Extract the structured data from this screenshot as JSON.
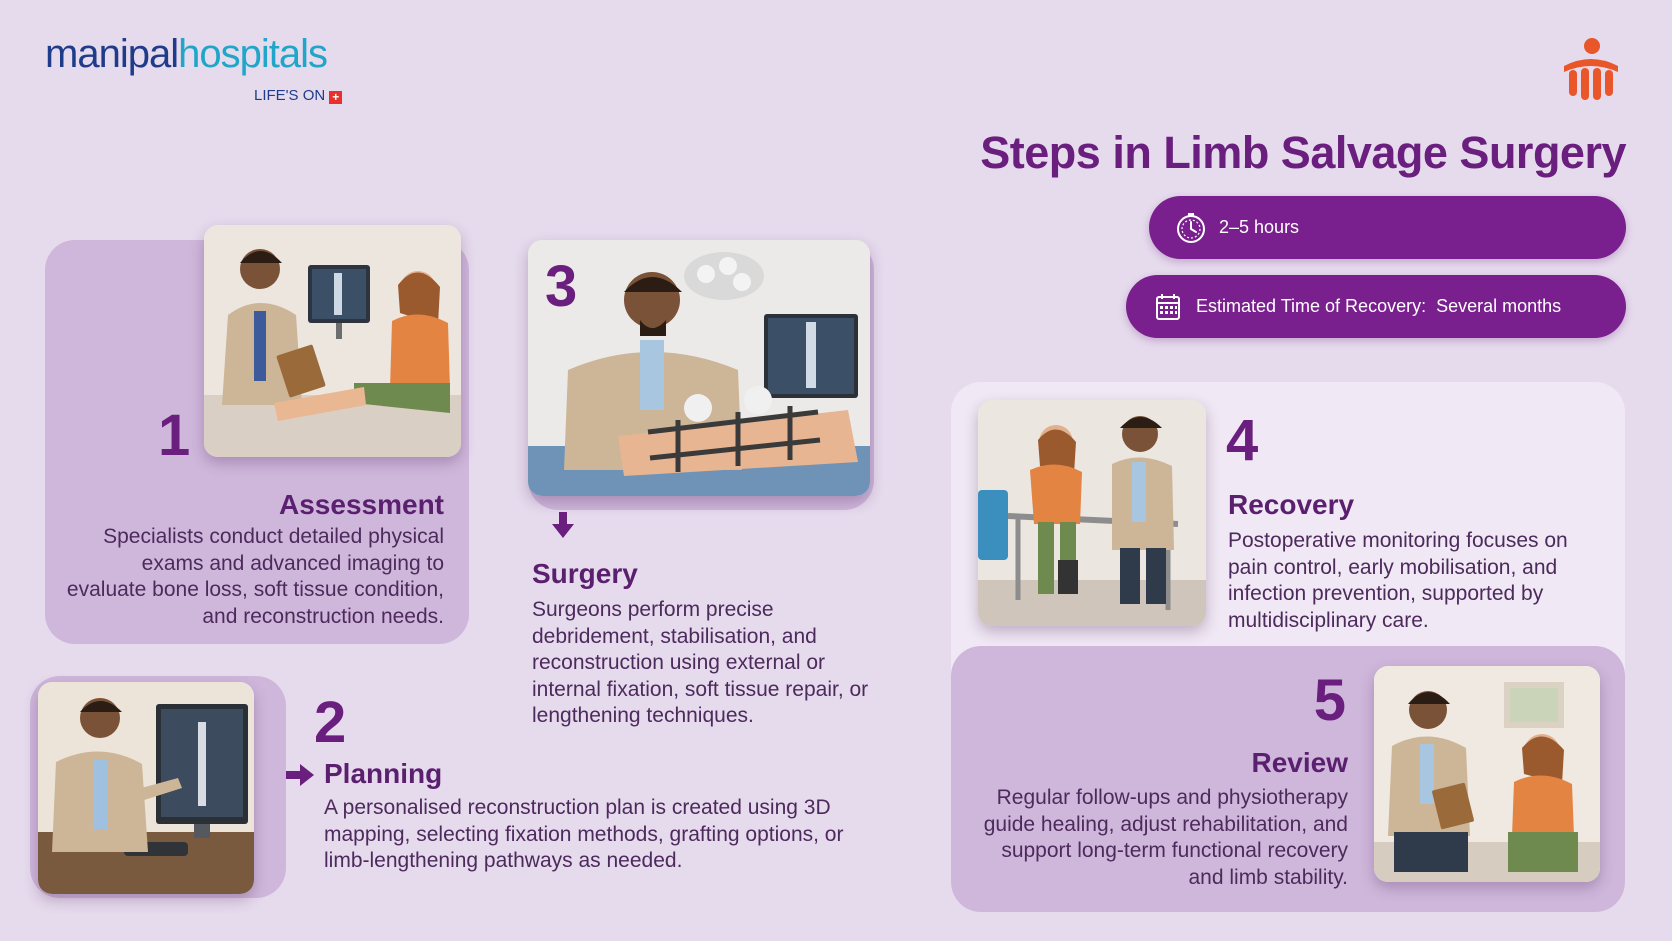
{
  "brand": {
    "logo_part1": "manipal",
    "logo_part2": "hospitals",
    "tagline": "LIFE'S ON",
    "tagline_symbol": "+",
    "accent_color": "#7a1f8e"
  },
  "header": {
    "title": "Steps in Limb Salvage Surgery",
    "duration": {
      "icon": "stopwatch-icon",
      "text": "2–5 hours"
    },
    "recovery": {
      "icon": "calendar-icon",
      "label": "Estimated Time of Recovery:",
      "value": "Several months"
    }
  },
  "steps": [
    {
      "number": "1",
      "title": "Assessment",
      "text": "Specialists conduct detailed physical exams and advanced imaging to evaluate bone loss, soft tissue condition, and reconstruction needs."
    },
    {
      "number": "2",
      "title": "Planning",
      "text": "A personalised reconstruction plan is created using 3D mapping, selecting fixation methods, grafting options, or limb-lengthening pathways as needed."
    },
    {
      "number": "3",
      "title": "Surgery",
      "text": "Surgeons perform precise debridement, stabilisation, and reconstruction using external or internal fixation, soft tissue repair, or lengthening techniques."
    },
    {
      "number": "4",
      "title": "Recovery",
      "text": "Postoperative monitoring focuses on pain control, early mobilisation, and infection prevention, supported by multidisciplinary care."
    },
    {
      "number": "5",
      "title": "Review",
      "text": "Regular follow-ups and physiotherapy guide healing, adjust rehabilitation, and support long-term functional recovery and limb stability."
    }
  ]
}
